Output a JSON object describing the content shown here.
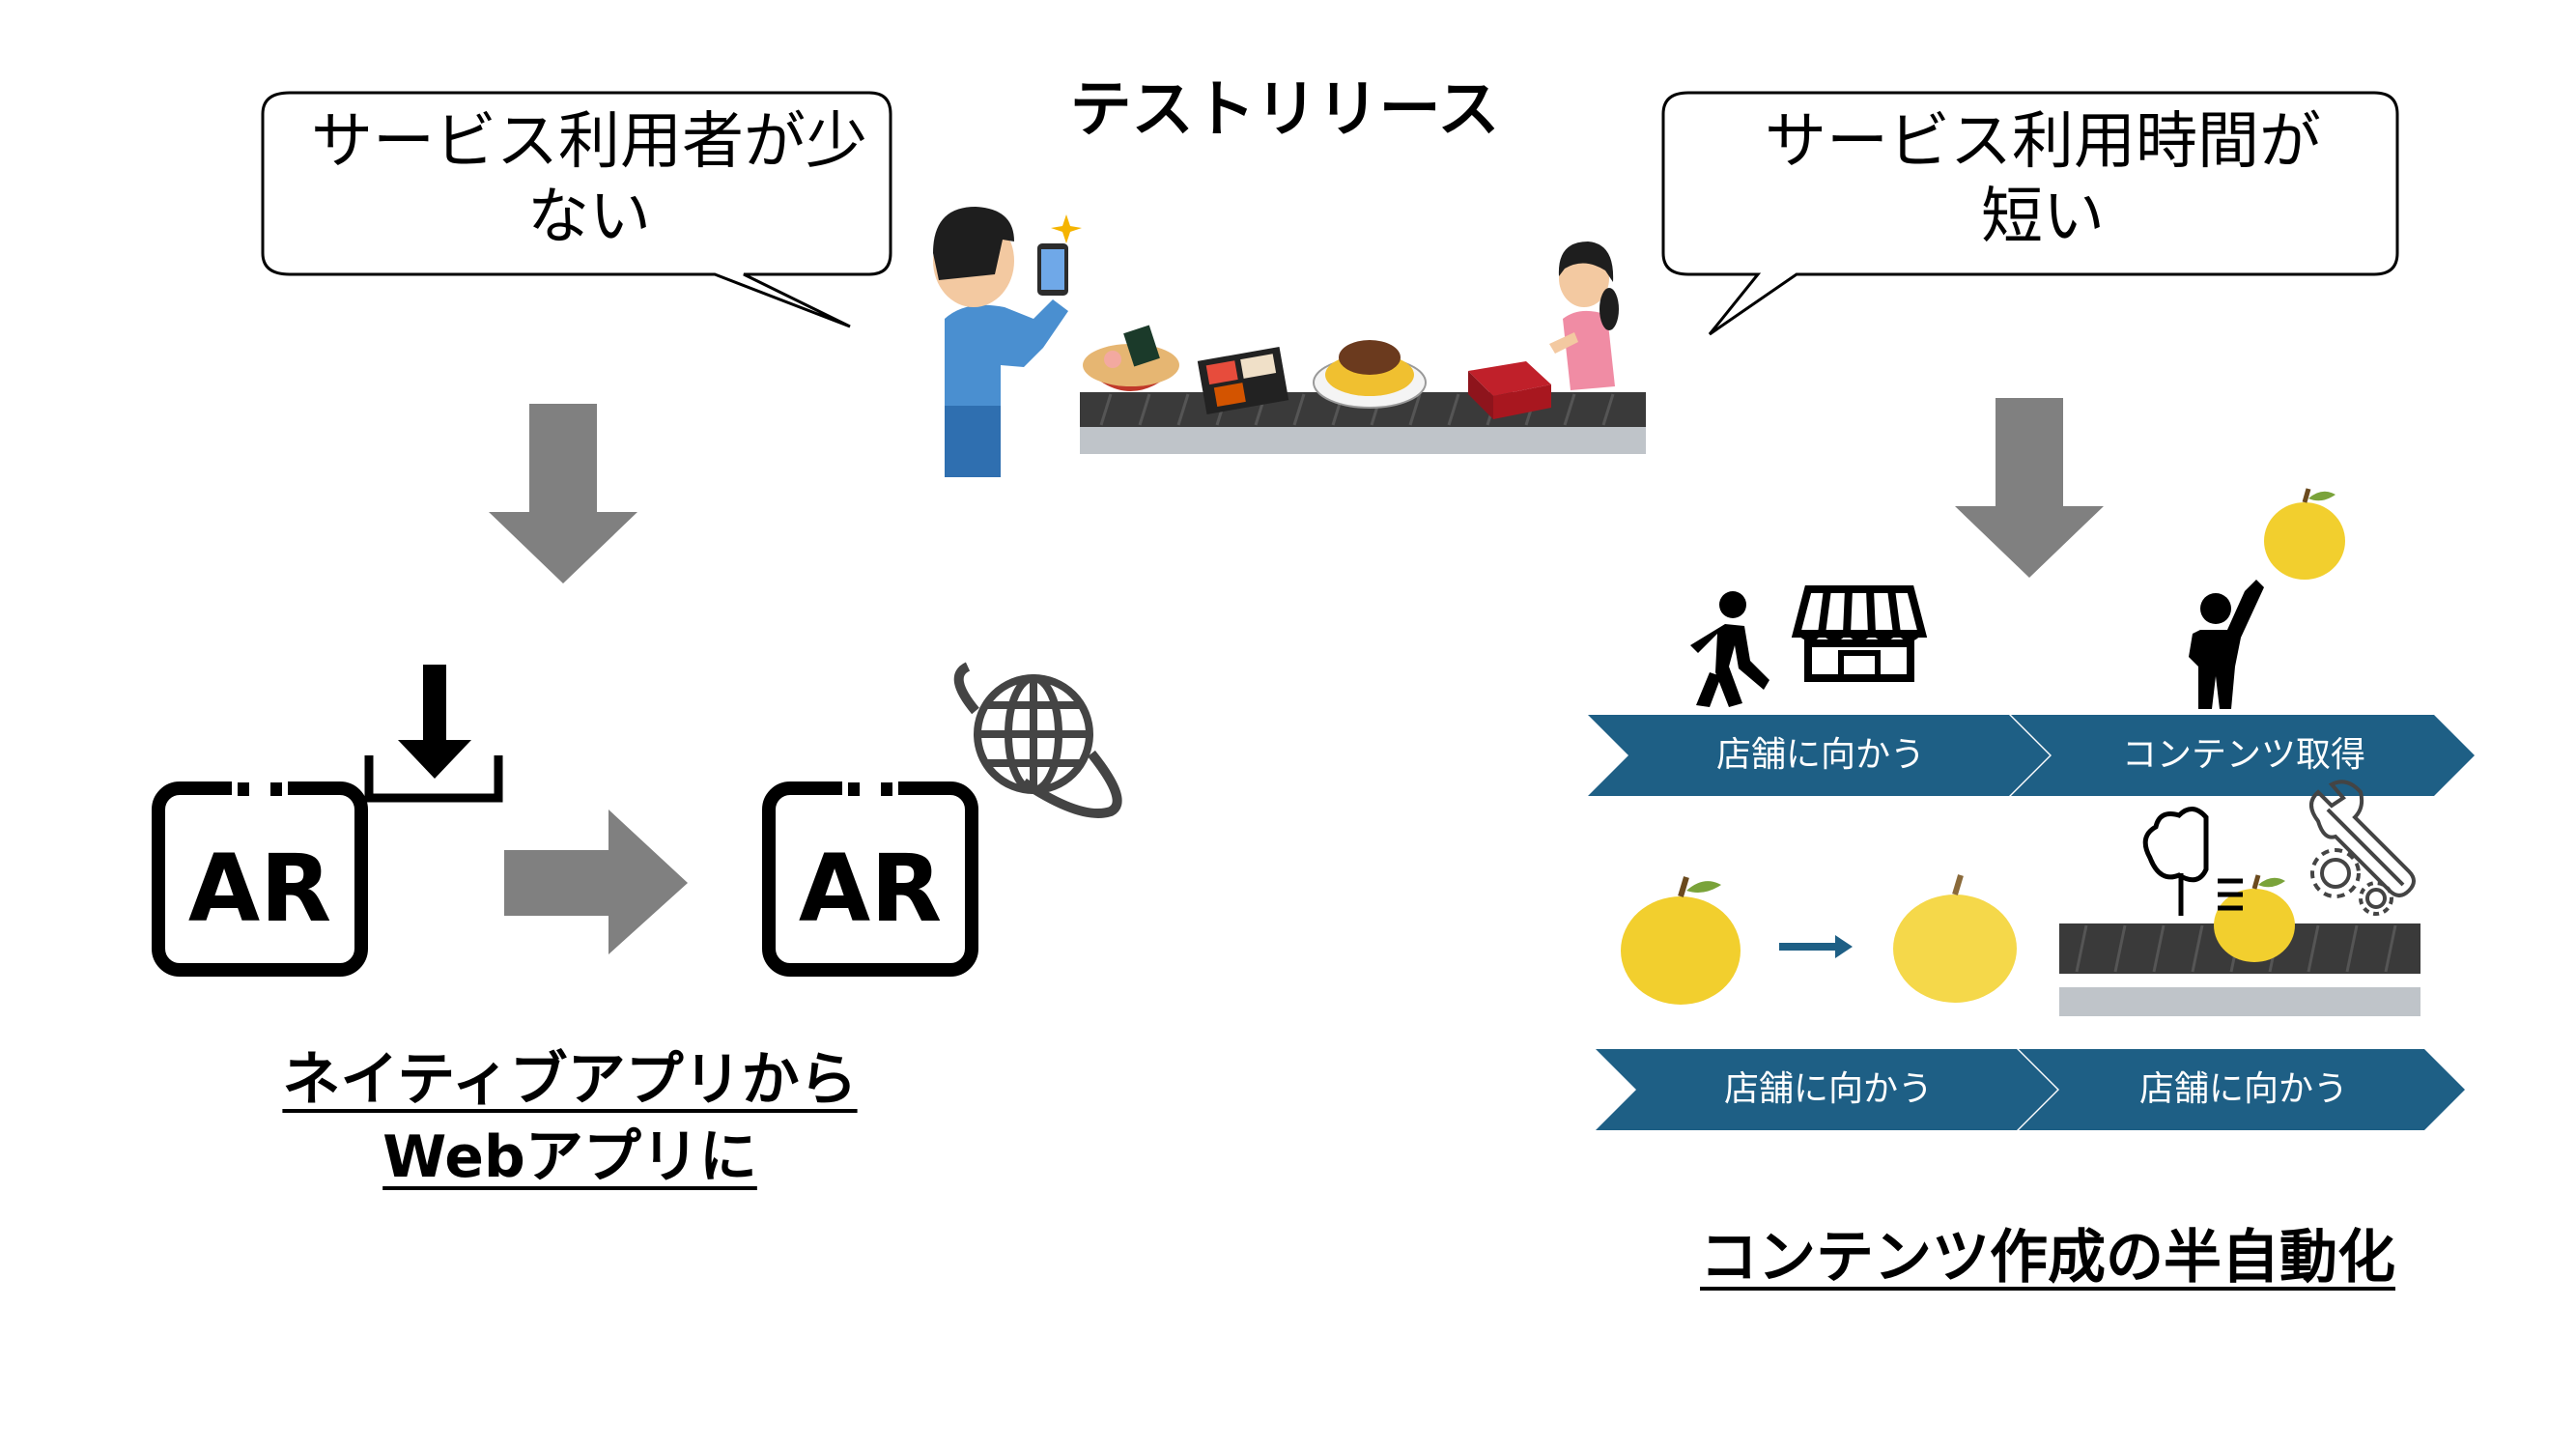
{
  "title": "テストリリース",
  "bubbles": {
    "left": {
      "line1": "サービス利用者が少",
      "line2": "ない"
    },
    "right": {
      "line1": "サービス利用時間が",
      "line2": "短い"
    }
  },
  "ar_icon": {
    "label": "AR"
  },
  "captions": {
    "left_line1": "ネイティブアプリから",
    "left_line2": "Webアプリに",
    "right": "コンテンツ作成の半自動化"
  },
  "chevrons": {
    "row1": [
      "店舗に向かう",
      "コンテンツ取得"
    ],
    "row2": [
      "店舗に向かう",
      "店舗に向かう"
    ]
  },
  "colors": {
    "chevron": "#1e5f85",
    "arrow": "#808080",
    "apple": "#f2cf2e",
    "conveyor": "#3a3a3a"
  }
}
